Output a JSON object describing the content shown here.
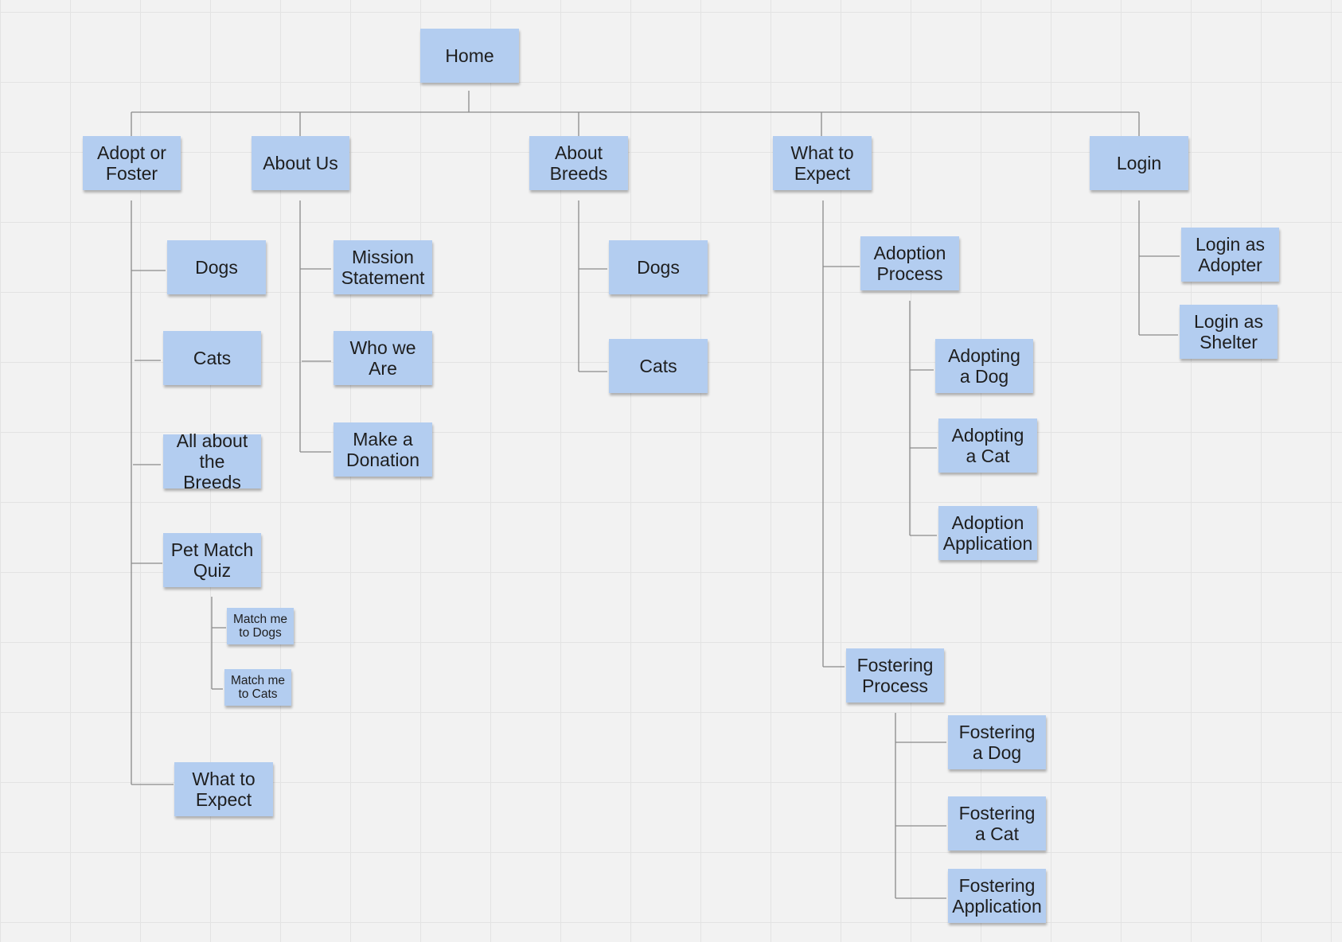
{
  "theme": {
    "note_color": "#b3cdf0",
    "connector_color": "#8a8a8a",
    "background": "#f2f2f2",
    "grid_color": "#e3e3e3"
  },
  "nodes": {
    "home": "Home",
    "adopt_or_foster": "Adopt or\nFoster",
    "about_us": "About Us",
    "about_breeds": "About\nBreeds",
    "what_to_expect": "What to\nExpect",
    "login": "Login",
    "aof_dogs": "Dogs",
    "aof_cats": "Cats",
    "aof_all_about_breeds": "All about\nthe Breeds",
    "aof_pet_match_quiz": "Pet Match\nQuiz",
    "quiz_match_dogs": "Match me\nto Dogs",
    "quiz_match_cats": "Match me\nto Cats",
    "aof_what_to_expect": "What to\nExpect",
    "about_mission": "Mission\nStatement",
    "about_who_we_are": "Who we\nAre",
    "about_donation": "Make a\nDonation",
    "breeds_dogs": "Dogs",
    "breeds_cats": "Cats",
    "wte_adoption_process": "Adoption\nProcess",
    "wte_adopting_dog": "Adopting\na Dog",
    "wte_adopting_cat": "Adopting\na Cat",
    "wte_adoption_application": "Adoption\nApplication",
    "wte_fostering_process": "Fostering\nProcess",
    "wte_fostering_dog": "Fostering\na Dog",
    "wte_fostering_cat": "Fostering\na Cat",
    "wte_fostering_application": "Fostering\nApplication",
    "login_adopter": "Login as\nAdopter",
    "login_shelter": "Login as\nShelter"
  }
}
